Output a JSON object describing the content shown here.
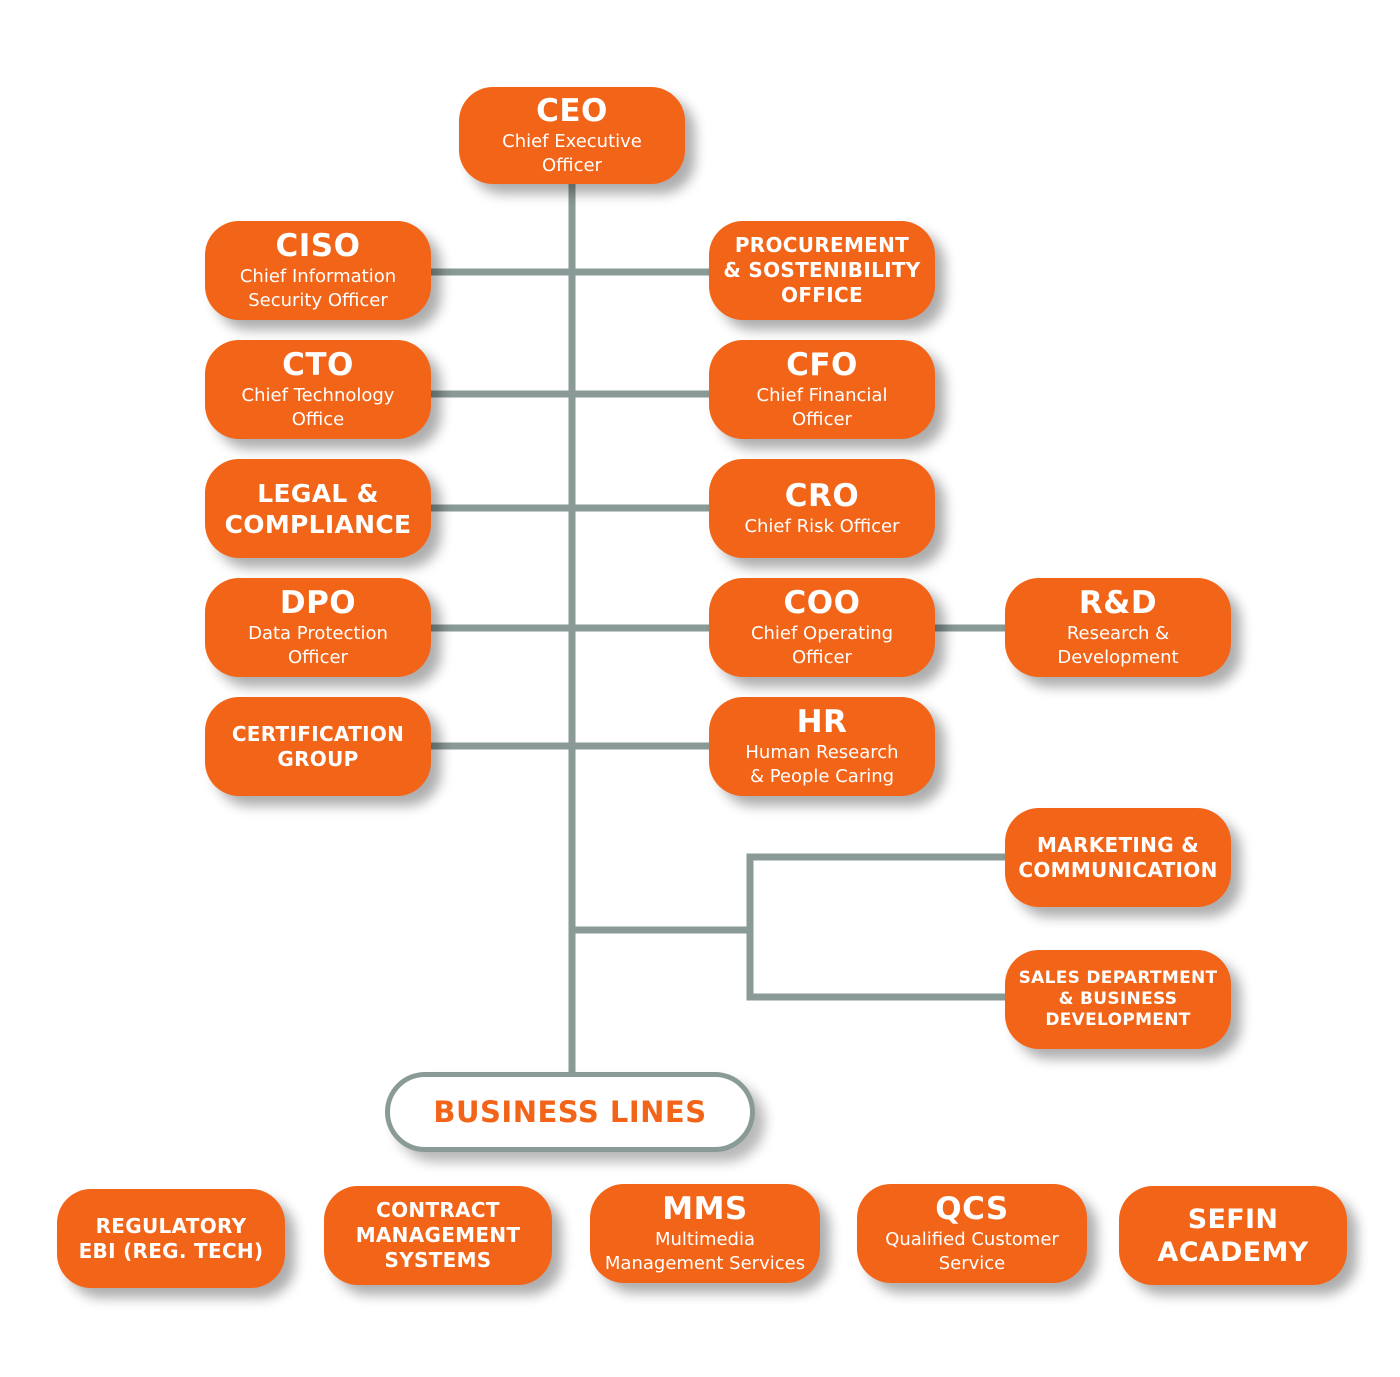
{
  "colors": {
    "accent": "#f26418",
    "connector": "#8a9a97",
    "text_on_accent": "#ffffff"
  },
  "ceo": {
    "title": "CEO",
    "line1": "Chief Executive",
    "line2": "Officer"
  },
  "ciso": {
    "title": "CISO",
    "line1": "Chief Information",
    "line2": "Security Officer"
  },
  "procurement": {
    "line1": "PROCUREMENT",
    "line2": "& SOSTENIBILITY",
    "line3": "OFFICE"
  },
  "cto": {
    "title": "CTO",
    "line1": "Chief Technology",
    "line2": "Office"
  },
  "cfo": {
    "title": "CFO",
    "line1": "Chief Financial",
    "line2": "Officer"
  },
  "legal": {
    "line1": "LEGAL &",
    "line2": "COMPLIANCE"
  },
  "cro": {
    "title": "CRO",
    "line1": "Chief Risk Officer"
  },
  "dpo": {
    "title": "DPO",
    "line1": "Data Protection",
    "line2": "Officer"
  },
  "coo": {
    "title": "COO",
    "line1": "Chief Operating",
    "line2": "Officer"
  },
  "rnd": {
    "title": "R&D",
    "line1": "Research &",
    "line2": "Development"
  },
  "certification": {
    "line1": "CERTIFICATION",
    "line2": "GROUP"
  },
  "hr": {
    "title": "HR",
    "line1": "Human Research",
    "line2": "& People Caring"
  },
  "marketing": {
    "line1": "MARKETING &",
    "line2": "COMMUNICATION"
  },
  "sales": {
    "line1": "SALES DEPARTMENT",
    "line2": "& BUSINESS",
    "line3": "DEVELOPMENT"
  },
  "business_lines": {
    "label": "BUSINESS LINES"
  },
  "regulatory": {
    "line1": "REGULATORY",
    "line2": "EBI (REG. TECH)"
  },
  "contract": {
    "line1": "CONTRACT",
    "line2": "MANAGEMENT",
    "line3": "SYSTEMS"
  },
  "mms": {
    "title": "MMS",
    "line1": "Multimedia",
    "line2": "Management Services"
  },
  "qcs": {
    "title": "QCS",
    "line1": "Qualified Customer",
    "line2": "Service"
  },
  "sefin": {
    "line1": "SEFIN",
    "line2": "ACADEMY"
  }
}
